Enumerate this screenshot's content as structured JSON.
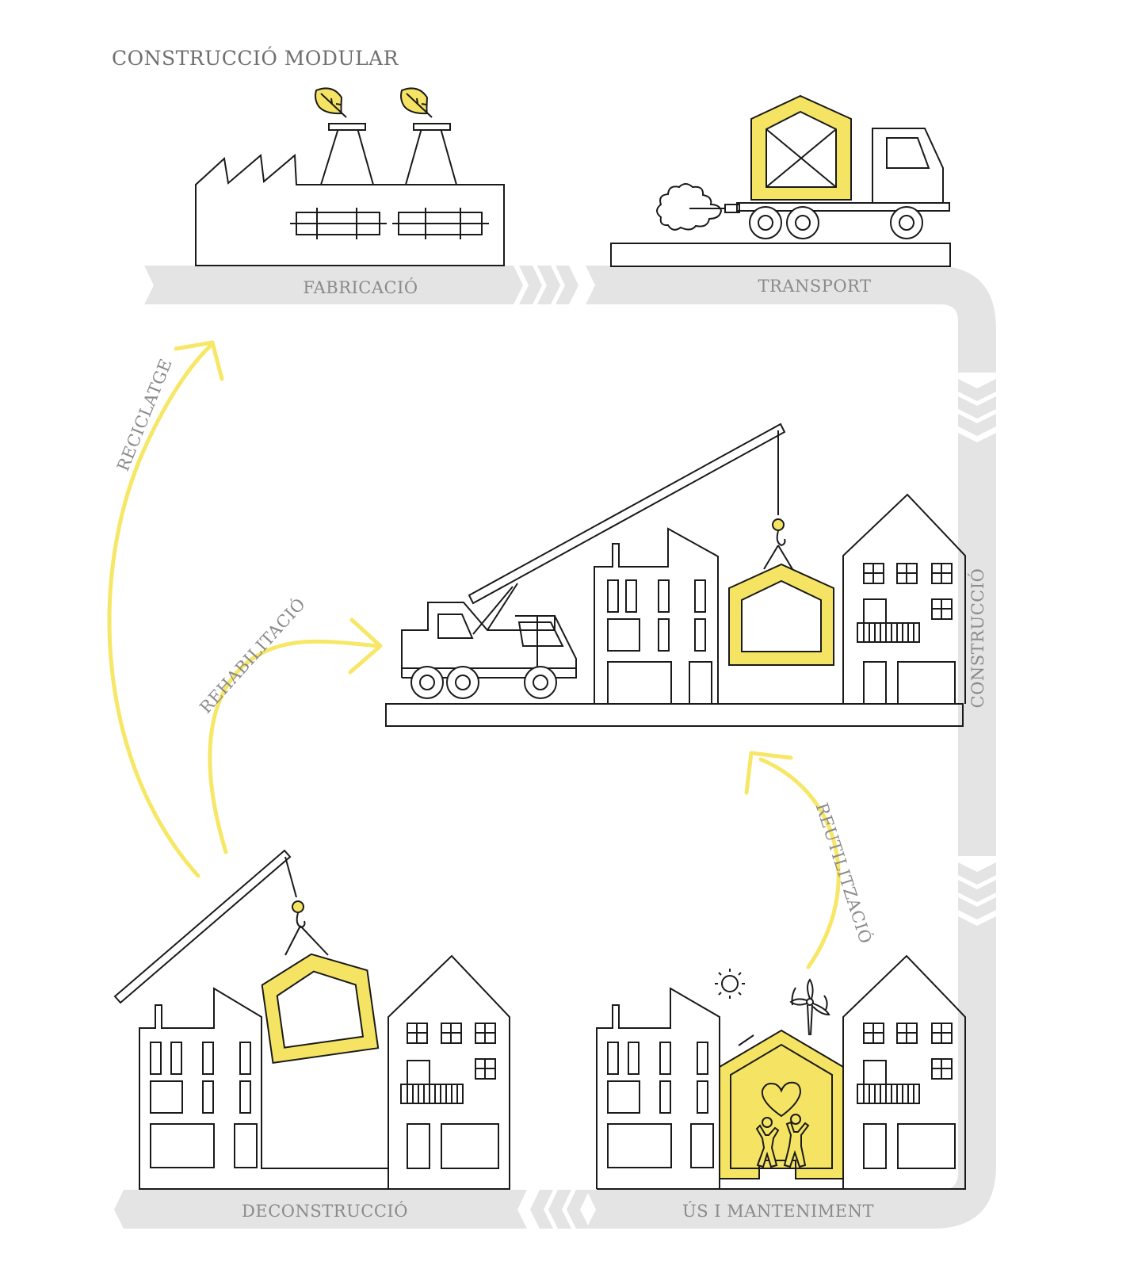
{
  "title": "CONSTRUCCIÓ MODULAR",
  "stages": {
    "fabricacio": "FABRICACIÓ",
    "transport": "TRANSPORT",
    "construccio": "CONSTRUCCIÓ",
    "us_manteniment": "ÚS I MANTENIMENT",
    "deconstruccio": "DECONSTRUCCIÓ"
  },
  "loops": {
    "reciclatge": "RECICLATGE",
    "rehabilitacio": "REHABILITACIÓ",
    "reutilitzacio": "REUTILITZACIÓ"
  },
  "colors": {
    "accent_yellow": "#f5e463",
    "band_gray": "#e4e4e4",
    "line": "#1a1a1a",
    "label_gray": "#8a8a8a"
  }
}
